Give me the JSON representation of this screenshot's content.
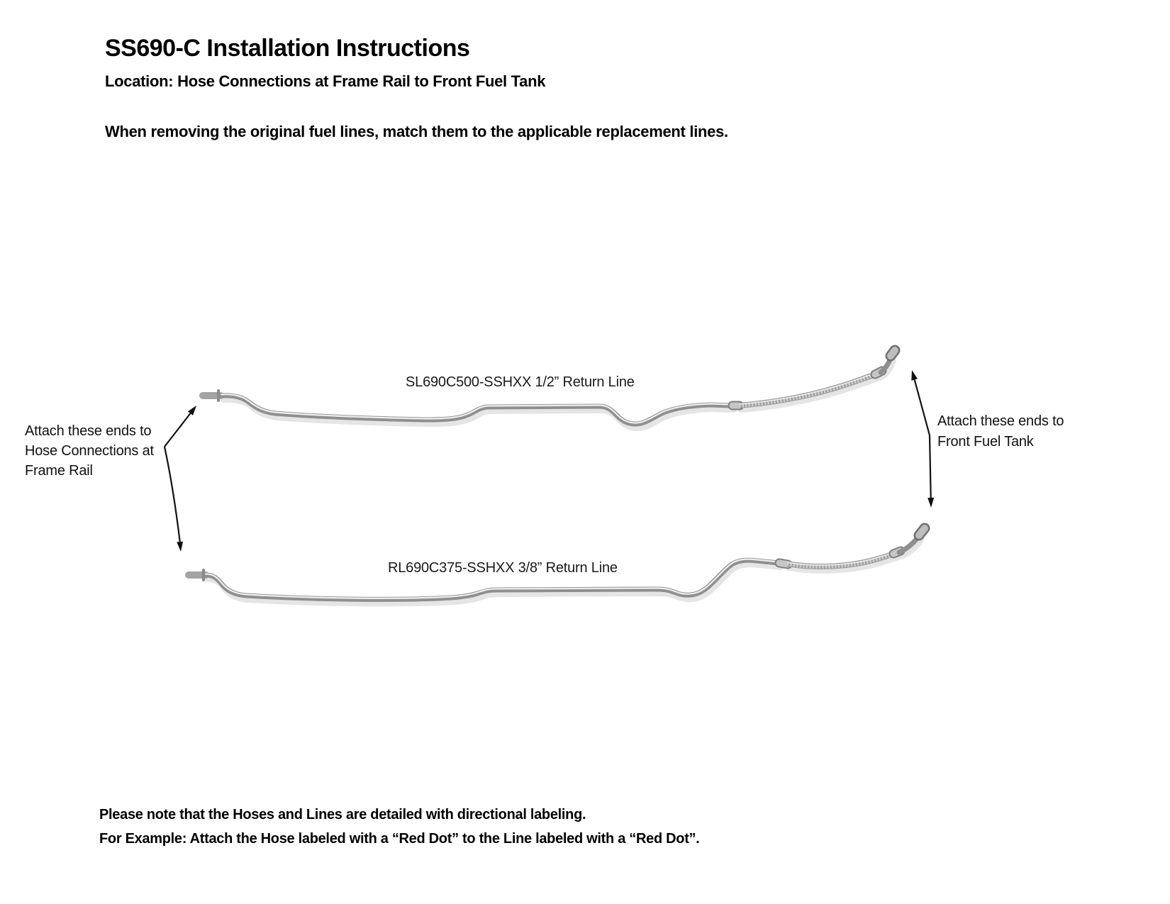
{
  "page": {
    "background": "#ffffff",
    "text_color": "#000000",
    "tube_metal_color": "#8f8f8f"
  },
  "header": {
    "title": "SS690-C Installation Instructions",
    "location": "Location: Hose Connections at Frame Rail to Front Fuel Tank",
    "intro": "When removing the original fuel lines, match them to the applicable replacement lines."
  },
  "diagram": {
    "top_line": {
      "label": "SL690C500-SSHXX 1/2” Return Line"
    },
    "bottom_line": {
      "label": "RL690C375-SSHXX 3/8” Return Line"
    },
    "left_annotation": {
      "lines": [
        "Attach these ends to",
        "Hose Connections at",
        "Frame Rail"
      ]
    },
    "right_annotation": {
      "lines": [
        "Attach these ends to",
        "Front Fuel Tank"
      ]
    }
  },
  "footer": {
    "note_line1": "Please note that the Hoses and Lines are detailed with directional labeling.",
    "note_line2": "For Example: Attach the Hose labeled with a “Red Dot” to the Line labeled with a “Red Dot”."
  }
}
